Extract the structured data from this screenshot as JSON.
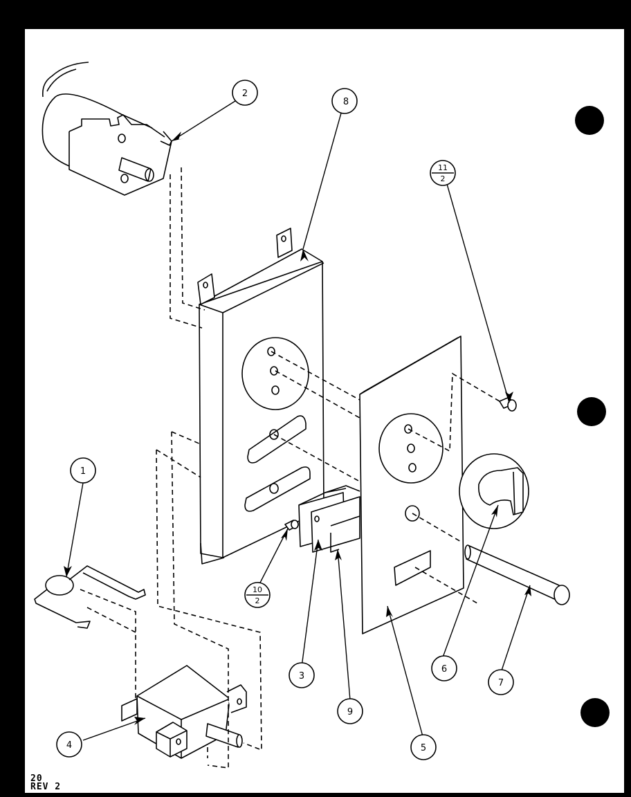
{
  "footer": {
    "page": "20",
    "revision": "REV 2"
  },
  "callouts": {
    "c1": "1",
    "c2": "2",
    "c3": "3",
    "c4": "4",
    "c5": "5",
    "c6": "6",
    "c7": "7",
    "c8": "8",
    "c9": "9",
    "c10_top": "10",
    "c10_bottom": "2",
    "c11_top": "11",
    "c11_bottom": "2"
  }
}
